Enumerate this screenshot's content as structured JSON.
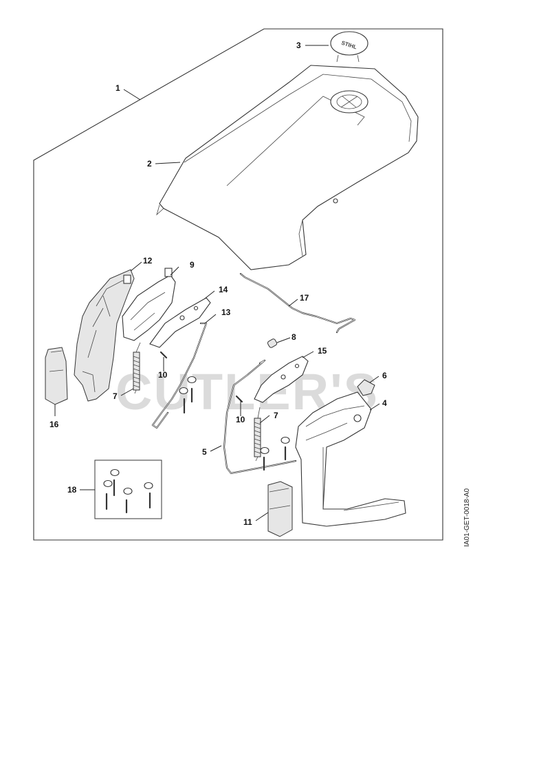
{
  "diagram": {
    "watermark": "CUTLER'S",
    "doc_id": "IA01-GET-0018-A0",
    "cap_text": "STIHL",
    "labels": {
      "p1": "1",
      "p2": "2",
      "p3": "3",
      "p4": "4",
      "p5": "5",
      "p6": "6",
      "p7a": "7",
      "p7b": "7",
      "p8": "8",
      "p9": "9",
      "p10a": "10",
      "p10b": "10",
      "p11": "11",
      "p12": "12",
      "p13": "13",
      "p14": "14",
      "p15": "15",
      "p16": "16",
      "p17": "17",
      "p18": "18"
    }
  }
}
